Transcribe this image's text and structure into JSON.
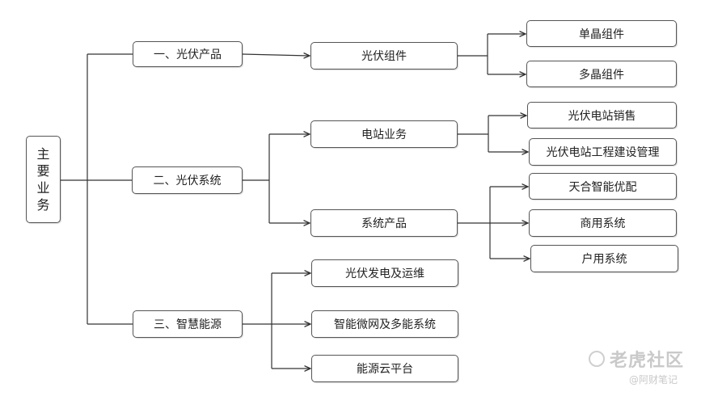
{
  "diagram": {
    "root_chars": [
      "主",
      "要",
      "业",
      "务"
    ],
    "nodes": {
      "pv_products": "一、光伏产品",
      "pv_systems": "二、光伏系统",
      "smart_energy": "三、智慧能源",
      "pv_modules": "光伏组件",
      "mono_modules": "单晶组件",
      "poly_modules": "多晶组件",
      "power_station": "电站业务",
      "station_sales": "光伏电站销售",
      "station_epc": "光伏电站工程建设管理",
      "system_products": "系统产品",
      "trina_optimizer": "天合智能优配",
      "commercial": "商用系统",
      "residential": "户用系统",
      "generation_om": "光伏发电及运维",
      "microgrid": "智能微网及多能系统",
      "cloud_platform": "能源云平台"
    }
  },
  "watermark": {
    "logo": "老虎社区",
    "handle": "@阿财笔记"
  },
  "colors": {
    "line": "#333333",
    "border": "#555555"
  }
}
